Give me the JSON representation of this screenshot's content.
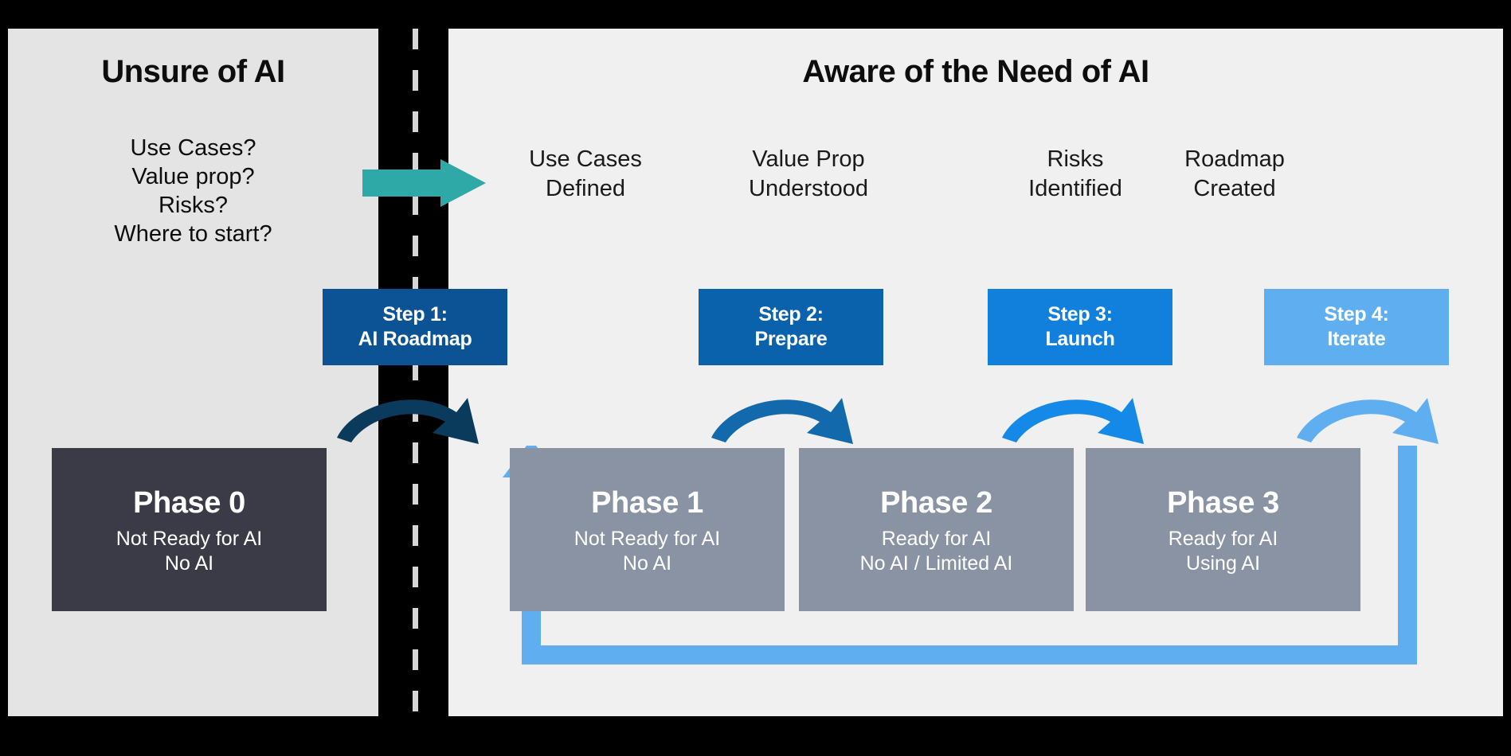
{
  "left_panel": {
    "heading": "Unsure of AI",
    "questions": [
      "Use Cases?",
      "Value prop?",
      "Risks?",
      "Where to start?"
    ],
    "bg_color": "#E4E4E4"
  },
  "right_panel": {
    "heading": "Aware of the Need of AI",
    "bg_color": "#F0F0F0"
  },
  "divider": {
    "name": "road-divider",
    "color": "#000000",
    "dash_color": "#D6D6D6"
  },
  "transition_arrow": {
    "name": "teal-right-arrow",
    "color": "#2FA8A8"
  },
  "outcomes": [
    {
      "line1": "Use Cases",
      "line2": "Defined"
    },
    {
      "line1": "Value Prop",
      "line2": "Understood"
    },
    {
      "line1": "Risks",
      "line2": "Identified"
    },
    {
      "line1": "Roadmap",
      "line2": "Created"
    }
  ],
  "steps": [
    {
      "line1": "Step 1:",
      "line2": "AI Roadmap",
      "color": "#0B5394"
    },
    {
      "line1": "Step 2:",
      "line2": "Prepare",
      "color": "#0B62AC"
    },
    {
      "line1": "Step 3:",
      "line2": "Launch",
      "color": "#1180DC"
    },
    {
      "line1": "Step 4:",
      "line2": "Iterate",
      "color": "#5FAFF0"
    }
  ],
  "phases": [
    {
      "title": "Phase 0",
      "sub1": "Not Ready for AI",
      "sub2": "No AI",
      "color": "#3B3B47"
    },
    {
      "title": "Phase 1",
      "sub1": "Not Ready for AI",
      "sub2": "No AI",
      "color": "#8A93A3"
    },
    {
      "title": "Phase 2",
      "sub1": "Ready for AI",
      "sub2": "No AI / Limited AI",
      "color": "#8A93A3"
    },
    {
      "title": "Phase 3",
      "sub1": "Ready for AI",
      "sub2": "Using AI",
      "color": "#8A93A3"
    }
  ],
  "step_arrows": [
    {
      "name": "arrow-step1-to-phase1",
      "color": "#0A3A5C"
    },
    {
      "name": "arrow-step2-to-phase2",
      "color": "#1269AC"
    },
    {
      "name": "arrow-step3-to-phase3",
      "color": "#1589E8"
    },
    {
      "name": "arrow-step4-iterate",
      "color": "#5FAFF0"
    }
  ],
  "feedback_loop": {
    "name": "iterate-feedback-loop",
    "color": "#5FAFF0"
  }
}
